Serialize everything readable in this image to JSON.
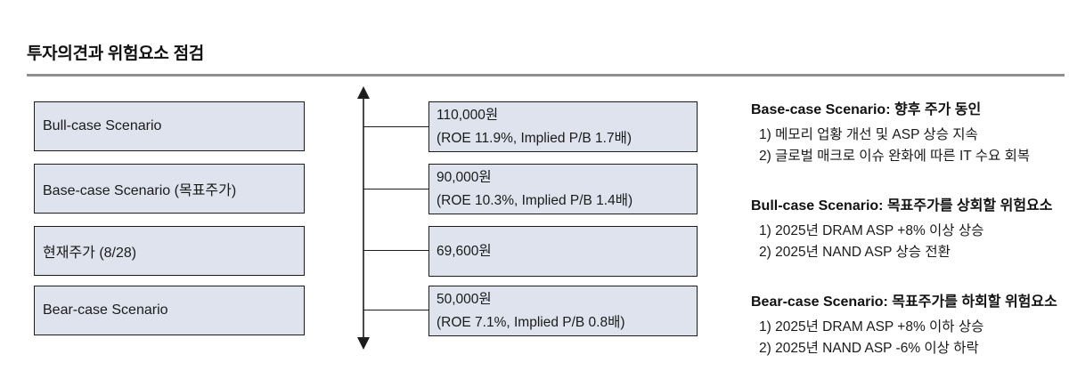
{
  "title": "투자의견과 위험요소 점검",
  "colors": {
    "box_fill": "#dee3ee",
    "box_border": "#1c1c1c",
    "title_rule": "#8f8f8f",
    "text": "#1a1a1a"
  },
  "scenario_boxes": [
    {
      "label": "Bull-case Scenario"
    },
    {
      "label": "Base-case Scenario (목표주가)"
    },
    {
      "label": "현재주가 (8/28)"
    },
    {
      "label": "Bear-case Scenario"
    }
  ],
  "value_boxes": [
    {
      "price": "110,000원",
      "detail": "(ROE 11.9%, Implied P/B 1.7배)"
    },
    {
      "price": "90,000원",
      "detail": "(ROE 10.3%, Implied P/B 1.4배)"
    },
    {
      "price": "69,600원",
      "detail": ""
    },
    {
      "price": "50,000원",
      "detail": "(ROE 7.1%, Implied P/B 0.8배)"
    }
  ],
  "notes": [
    {
      "heading": "Base-case Scenario: 향후 주가 동인",
      "items": [
        "1) 메모리 업황 개선 및 ASP 상승 지속",
        "2) 글로벌 매크로 이슈 완화에 따른 IT 수요 회복"
      ]
    },
    {
      "heading": "Bull-case Scenario: 목표주가를 상회할 위험요소",
      "items": [
        "1) 2025년 DRAM ASP +8% 이상 상승",
        "2) 2025년 NAND ASP 상승 전환"
      ]
    },
    {
      "heading": "Bear-case Scenario: 목표주가를 하회할 위험요소",
      "items": [
        "1) 2025년 DRAM ASP +8% 이하 상승",
        "2) 2025년 NAND ASP -6% 이상 하락"
      ]
    }
  ]
}
